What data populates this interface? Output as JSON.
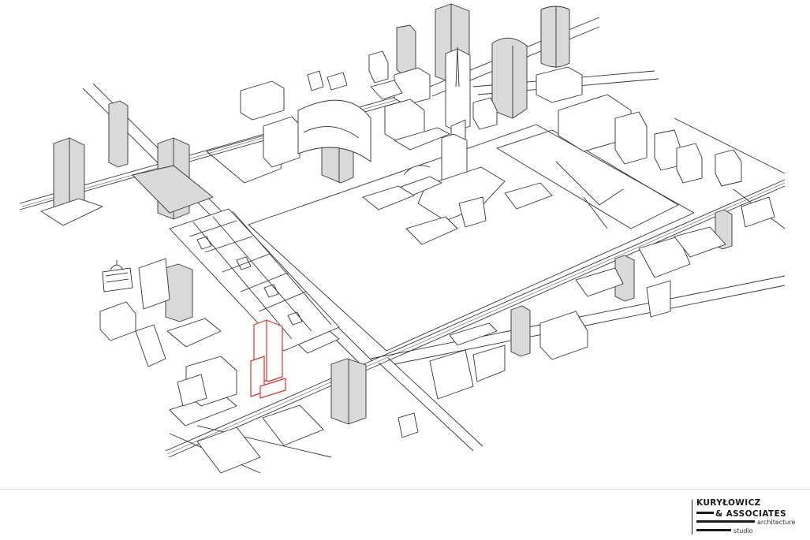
{
  "logo": {
    "line1": "KURYŁOWICZ",
    "line2": "& ASSOCIATES",
    "line3": "architecture",
    "line4": "studio"
  },
  "colors": {
    "tower_fill": "#d9d9d9",
    "outline": "#2b2b2b",
    "highlight": "#e0322f",
    "road": "#333333"
  },
  "icons": {
    "logo_bars": "logo-bars-icon",
    "monument": "monument-icon"
  }
}
